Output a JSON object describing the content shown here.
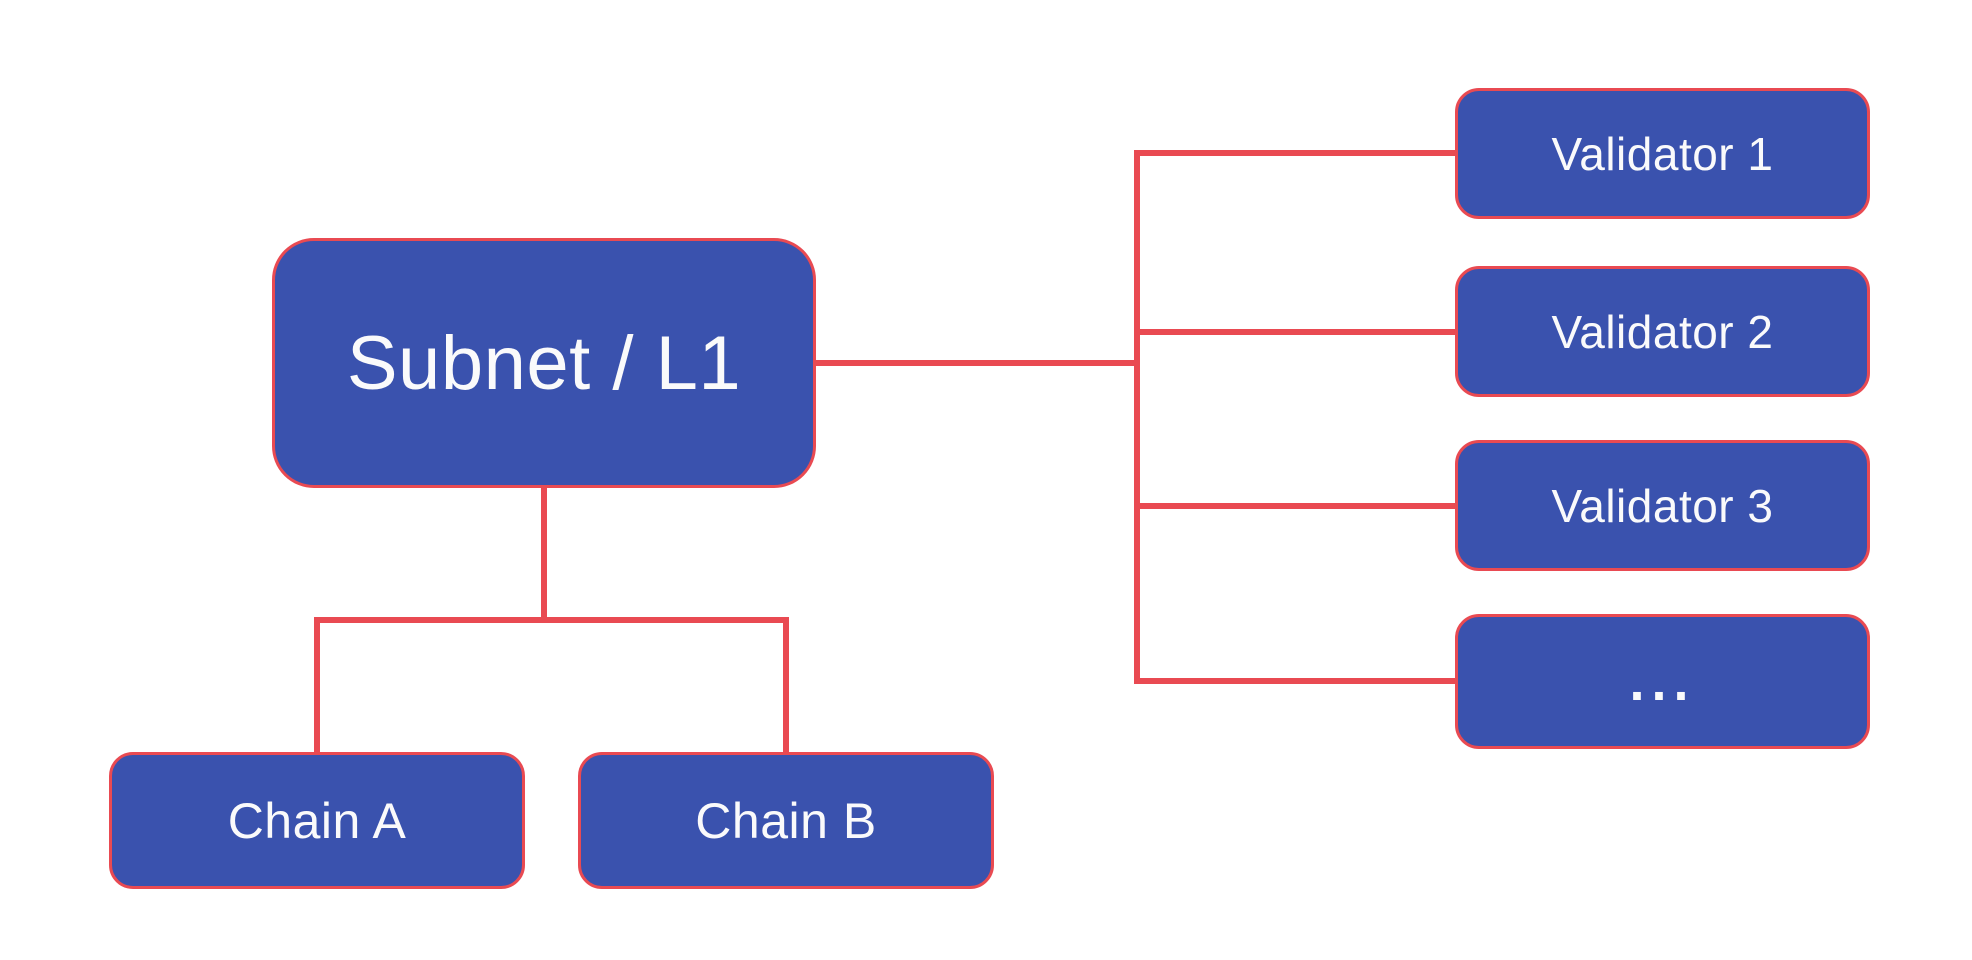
{
  "diagram": {
    "nodes": {
      "subnet": {
        "label": "Subnet / L1"
      },
      "chain_a": {
        "label": "Chain A"
      },
      "chain_b": {
        "label": "Chain B"
      },
      "validators": [
        {
          "label": "Validator 1"
        },
        {
          "label": "Validator 2"
        },
        {
          "label": "Validator 3"
        },
        {
          "label": "..."
        }
      ]
    },
    "colors": {
      "node_fill": "#3A52AE",
      "node_border": "#E94A52",
      "connector": "#E94A52",
      "text": "#FAFAFB",
      "background": "#FFFFFF"
    }
  }
}
